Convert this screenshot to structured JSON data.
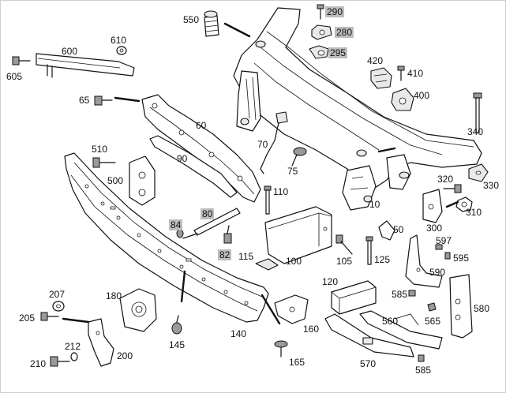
{
  "labels": {
    "p550": "550",
    "p290": "290",
    "p280": "280",
    "p295": "295",
    "p420": "420",
    "p410": "410",
    "p400": "400",
    "p340": "340",
    "p610": "610",
    "p600": "600",
    "p605": "605",
    "p65": "65",
    "p60": "60",
    "p70": "70",
    "p75": "75",
    "p510": "510",
    "p500": "500",
    "p90": "90",
    "p110": "110",
    "p320": "320",
    "p330": "330",
    "p10": "10",
    "p50": "50",
    "p310": "310",
    "p300": "300",
    "p80": "80",
    "p84": "84",
    "p82": "82",
    "p115": "115",
    "p100": "100",
    "p105": "105",
    "p125": "125",
    "p597": "597",
    "p595": "595",
    "p590": "590",
    "p120": "120",
    "p207": "207",
    "p180": "180",
    "p205": "205",
    "p585a": "585",
    "p565": "565",
    "p580": "580",
    "p560": "560",
    "p140": "140",
    "p160": "160",
    "p145": "145",
    "p212": "212",
    "p200": "200",
    "p210": "210",
    "p165": "165",
    "p570": "570",
    "p585b": "585"
  }
}
